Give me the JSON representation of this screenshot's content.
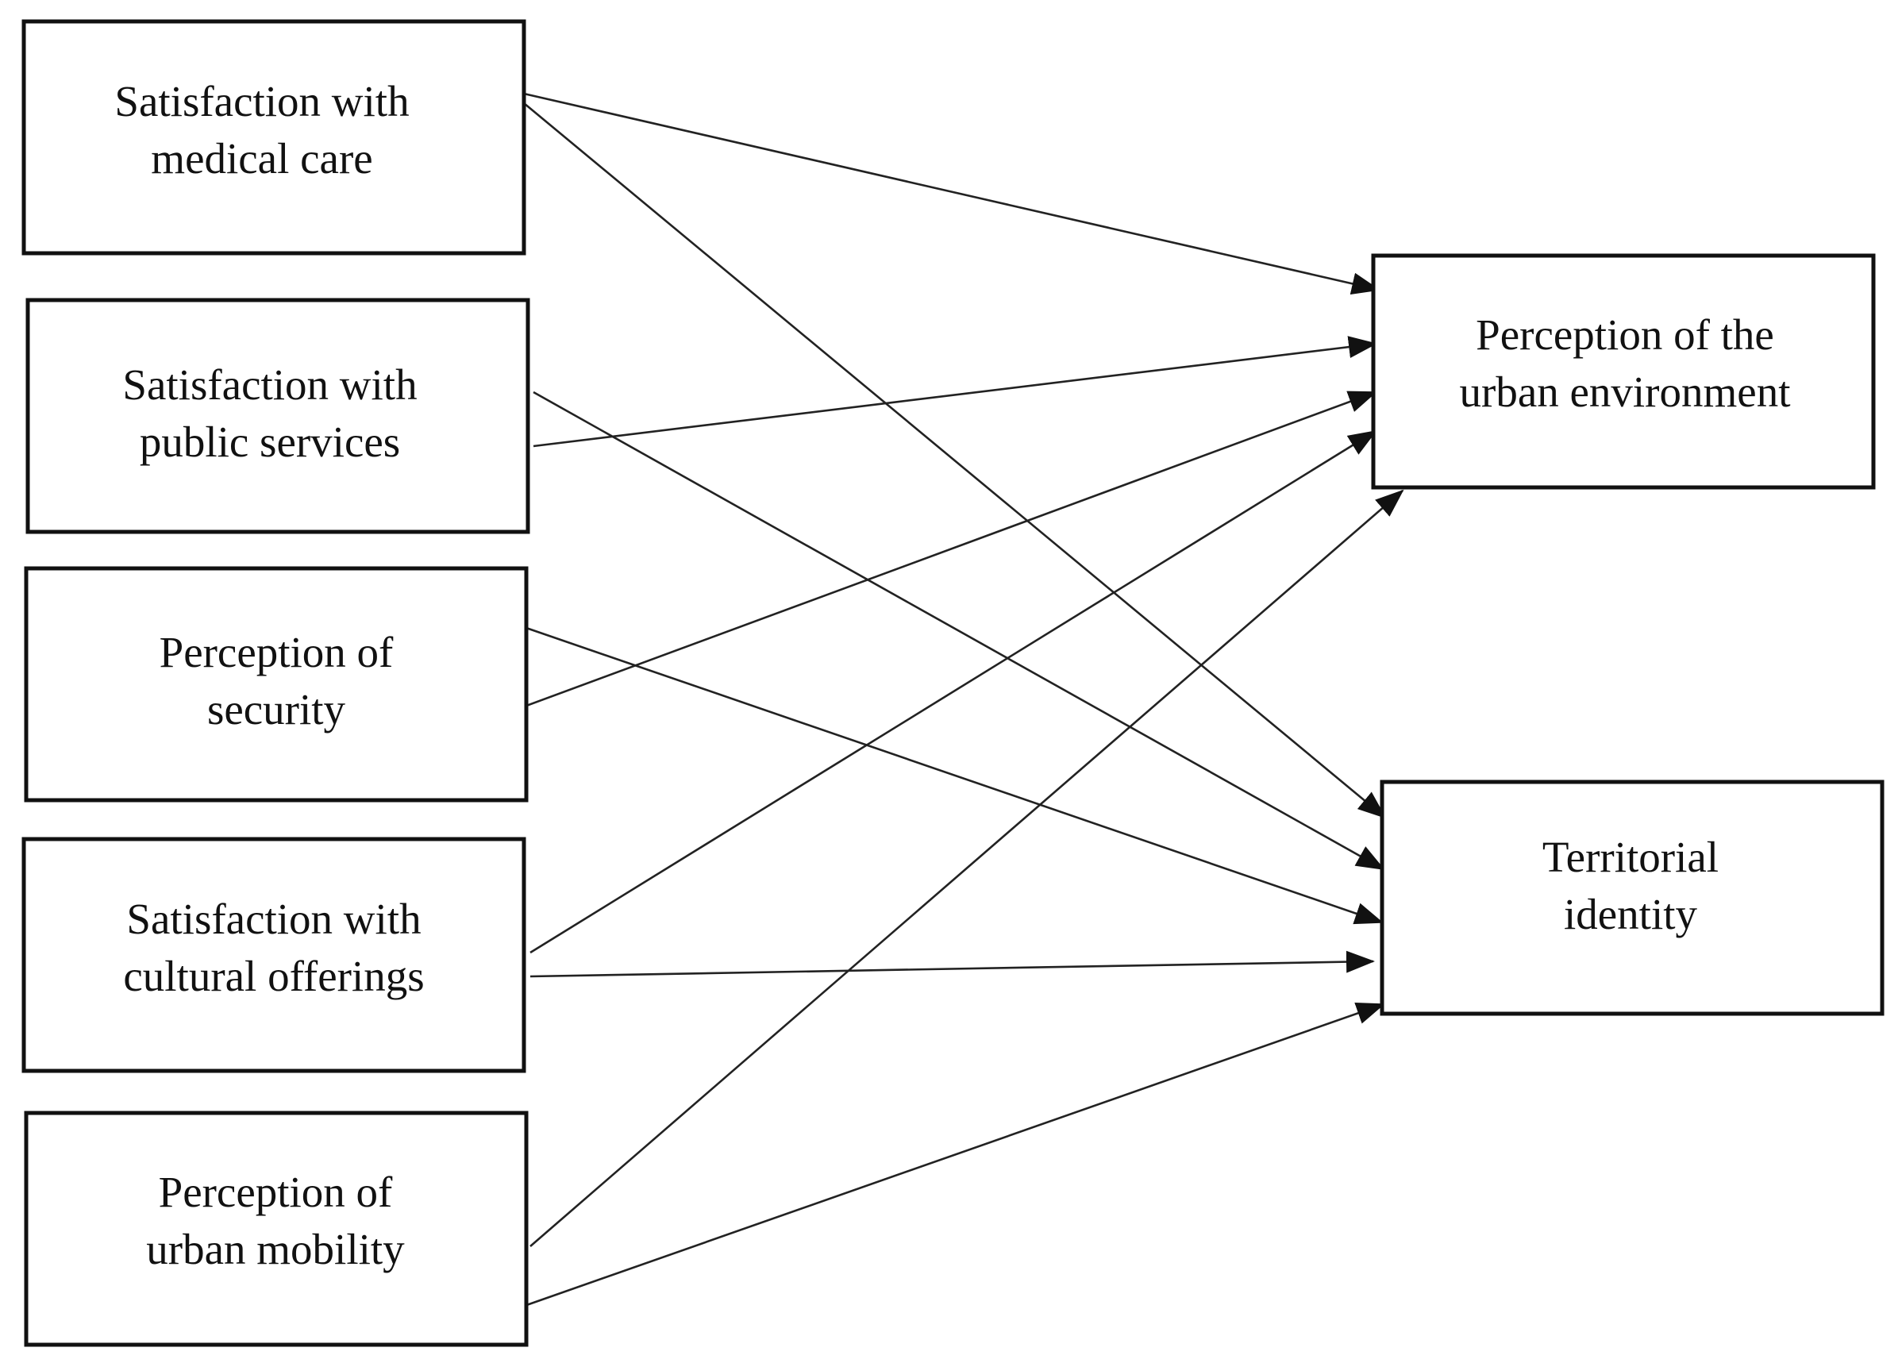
{
  "nodes": [
    {
      "id": "medical",
      "lines": [
        "Satisfaction with",
        "medical care"
      ]
    },
    {
      "id": "public",
      "lines": [
        "Satisfaction with",
        "public services"
      ]
    },
    {
      "id": "security",
      "lines": [
        "Perception of",
        "security"
      ]
    },
    {
      "id": "cultural",
      "lines": [
        "Satisfaction with",
        "cultural offerings"
      ]
    },
    {
      "id": "mobility",
      "lines": [
        "Perception of",
        "urban mobility"
      ]
    },
    {
      "id": "urban",
      "lines": [
        "Perception of the",
        "urban environment"
      ]
    },
    {
      "id": "identity",
      "lines": [
        "Territorial",
        "identity"
      ]
    }
  ],
  "edges": [
    {
      "from": "medical",
      "to": "urban"
    },
    {
      "from": "medical",
      "to": "identity"
    },
    {
      "from": "public",
      "to": "urban"
    },
    {
      "from": "public",
      "to": "identity"
    },
    {
      "from": "security",
      "to": "urban"
    },
    {
      "from": "security",
      "to": "identity"
    },
    {
      "from": "cultural",
      "to": "urban"
    },
    {
      "from": "cultural",
      "to": "identity"
    },
    {
      "from": "mobility",
      "to": "urban"
    },
    {
      "from": "mobility",
      "to": "identity"
    }
  ],
  "colors": {
    "stroke": "#111111",
    "background": "#ffffff"
  }
}
